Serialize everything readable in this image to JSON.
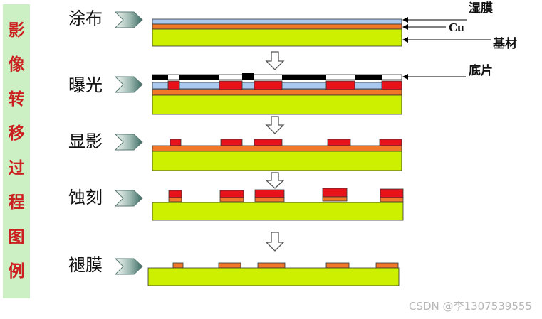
{
  "side_title": [
    "影",
    "像",
    "转",
    "移",
    "过",
    "程",
    "图",
    "例"
  ],
  "steps": [
    {
      "label": "涂布"
    },
    {
      "label": "曝光"
    },
    {
      "label": "显影"
    },
    {
      "label": "蚀刻"
    },
    {
      "label": "褪膜"
    }
  ],
  "callouts": {
    "wet_film": "湿膜",
    "cu": "Cu",
    "substrate": "基材",
    "phototool": "底片"
  },
  "watermark": "CSDN @李1307539555",
  "colors": {
    "sidebar_bg": "#ccf0c4",
    "sidebar_text": "#cc1f1f",
    "substrate": "#ccf000",
    "copper": "#f07828",
    "wet_film": "#a8c8ee",
    "exposed_resist": "#e8121a",
    "phototool_opaque": "#000000",
    "arrow_gradient_start": "#f4f8f4",
    "arrow_gradient_end": "#3a6a62"
  },
  "icons": {
    "step_marker": "chevron-arrow-icon",
    "flow_arrow": "hollow-down-arrow-icon"
  }
}
